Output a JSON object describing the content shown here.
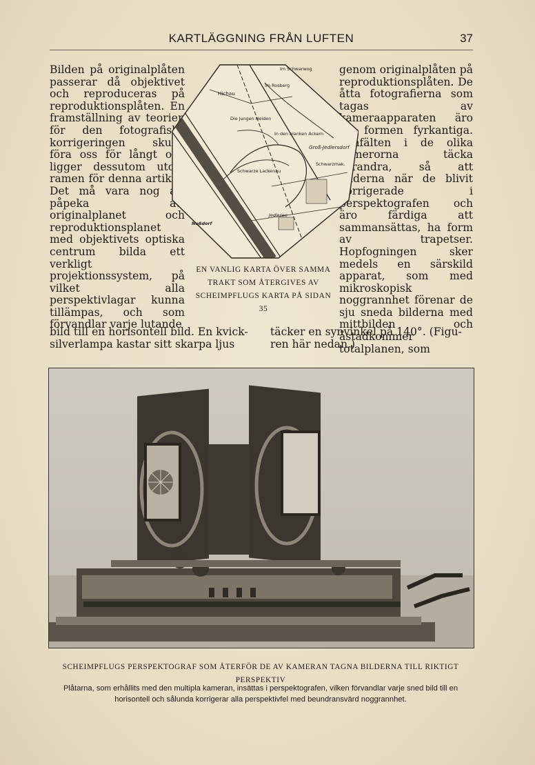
{
  "header": {
    "title": "KARTLÄGGNING FRÅN LUFTEN",
    "page_number": "37"
  },
  "left_column": "Bilden på originalplåten passerar då objektivet och reproduceras på reproduktionsplåten. En framställning av teorien för den fotografiska korrigeringen skulle föra oss för långt och ligger dessutom utom ramen för denna artikel. Det må vara nog att påpeka att originalplanet och reproduktionsplanet med objektivets optiska centrum bilda ett verkligt projektionssystem, på vilket alla perspektivlagar kunna tillämpas, och som förvandlar varje lutande",
  "left_bottom": [
    "bild till en horisontell bild. En kvick-",
    "silverlampa kastar sitt skarpa ljus"
  ],
  "right_column": "genom originalplåten på reproduktionsplåten. De åtta fotografierna som tagas av kameraapparaten äro till formen fyrkantiga. Synfälten i de olika kamerorna täcka varandra, så att bilderna när de blivit korrigerade i perspektografen och äro färdiga att sammansättas, ha form av trapetser. Hopfogningen sker medels en särskild apparat, som med mikroskopisk noggrannhet förenar de sju sneda bilderna med mittbilden och åstadkommer totalplanen, som",
  "right_bottom": [
    "täcker en synvinkel på 140°. (Figu-",
    "ren här nedan.)"
  ],
  "map": {
    "labels": [
      "Im Schwarwog",
      "Im Rosberg",
      "Hichau",
      "Die Jungen Heiden",
      "In den blanken Ackern",
      "Groß-Jedlersdorf",
      "Schwarze Lackenau",
      "Schwarzmak.",
      "Jedlesee",
      "Nußdorf"
    ],
    "caption": "EN VANLIG KARTA ÖVER SAMMA TRAKT SOM ÅTERGIVES AV SCHEIMPFLUGS KARTA PÅ SIDAN 35"
  },
  "photo": {
    "caption": "SCHEIMPFLUGS PERSPEKTOGRAF SOM ÅTERFÖR DE AV KAMERAN TAGNA BILDERNA TILL RIKTIGT PERSPEKTIV",
    "subcaption": "Plåtarna, som erhållits med den multipla kameran, insättas i perspektografen, vilken förvandlar varje sned bild till en horisontell och sålunda korrigerar alla perspektivfel med beundransvärd noggrannhet."
  }
}
